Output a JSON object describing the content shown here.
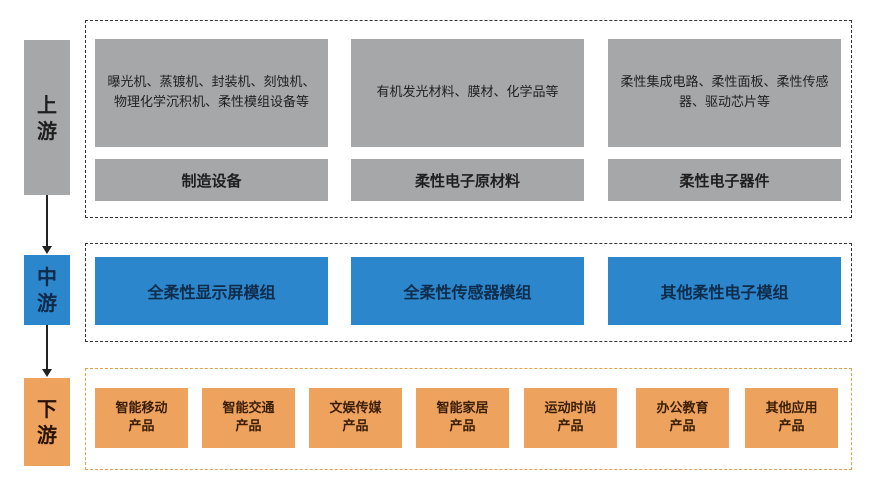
{
  "upstream": {
    "label": [
      "上",
      "游"
    ],
    "descriptions": [
      "曝光机、蒸镀机、封装机、刻蚀机、物理化学沉积机、柔性模组设备等",
      "有机发光材料、膜材、化学品等",
      "柔性集成电路、柔性面板、柔性传感器、驱动芯片等"
    ],
    "categories": [
      "制造设备",
      "柔性电子原材料",
      "柔性电子器件"
    ]
  },
  "midstream": {
    "label": [
      "中",
      "游"
    ],
    "modules": [
      "全柔性显示屏模组",
      "全柔性传感器模组",
      "其他柔性电子模组"
    ]
  },
  "downstream": {
    "label": [
      "下",
      "游"
    ],
    "products": [
      [
        "智能移动",
        "产品"
      ],
      [
        "智能交通",
        "产品"
      ],
      [
        "文娱传媒",
        "产品"
      ],
      [
        "智能家居",
        "产品"
      ],
      [
        "运动时尚",
        "产品"
      ],
      [
        "办公教育",
        "产品"
      ],
      [
        "其他应用",
        "产品"
      ]
    ]
  },
  "colors": {
    "gray": "#a6a7a9",
    "blue": "#2b86cc",
    "orange": "#eda35e",
    "dark_blue_label": "#1f5fa8"
  }
}
